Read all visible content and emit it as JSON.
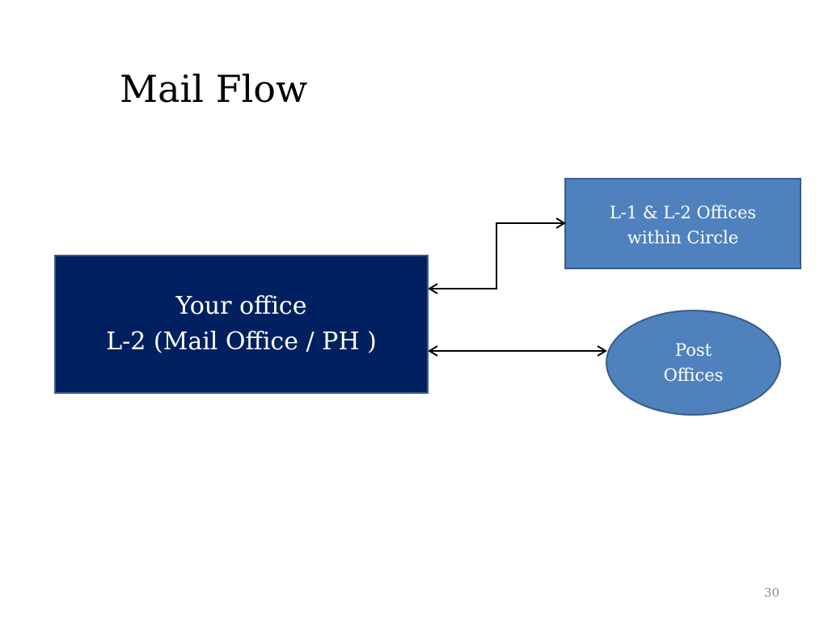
{
  "slide": {
    "title": "Mail Flow",
    "page_number": "30"
  },
  "nodes": {
    "your_office": {
      "line1": "Your office",
      "line2": "L-2 (Mail Office / PH )"
    },
    "l1_l2_offices": {
      "line1": "L-1 & L-2 Offices",
      "line2": "within Circle"
    },
    "post_offices": {
      "line1": "Post",
      "line2": "Offices"
    }
  },
  "colors": {
    "your_office_fill": "#002060",
    "secondary_fill": "#4f81bd",
    "outline": "#385d8a",
    "connector": "#000000"
  },
  "connectors": [
    {
      "from": "your_office",
      "to": "l1_l2_offices",
      "bidirectional": true
    },
    {
      "from": "your_office",
      "to": "post_offices",
      "bidirectional": true
    }
  ]
}
